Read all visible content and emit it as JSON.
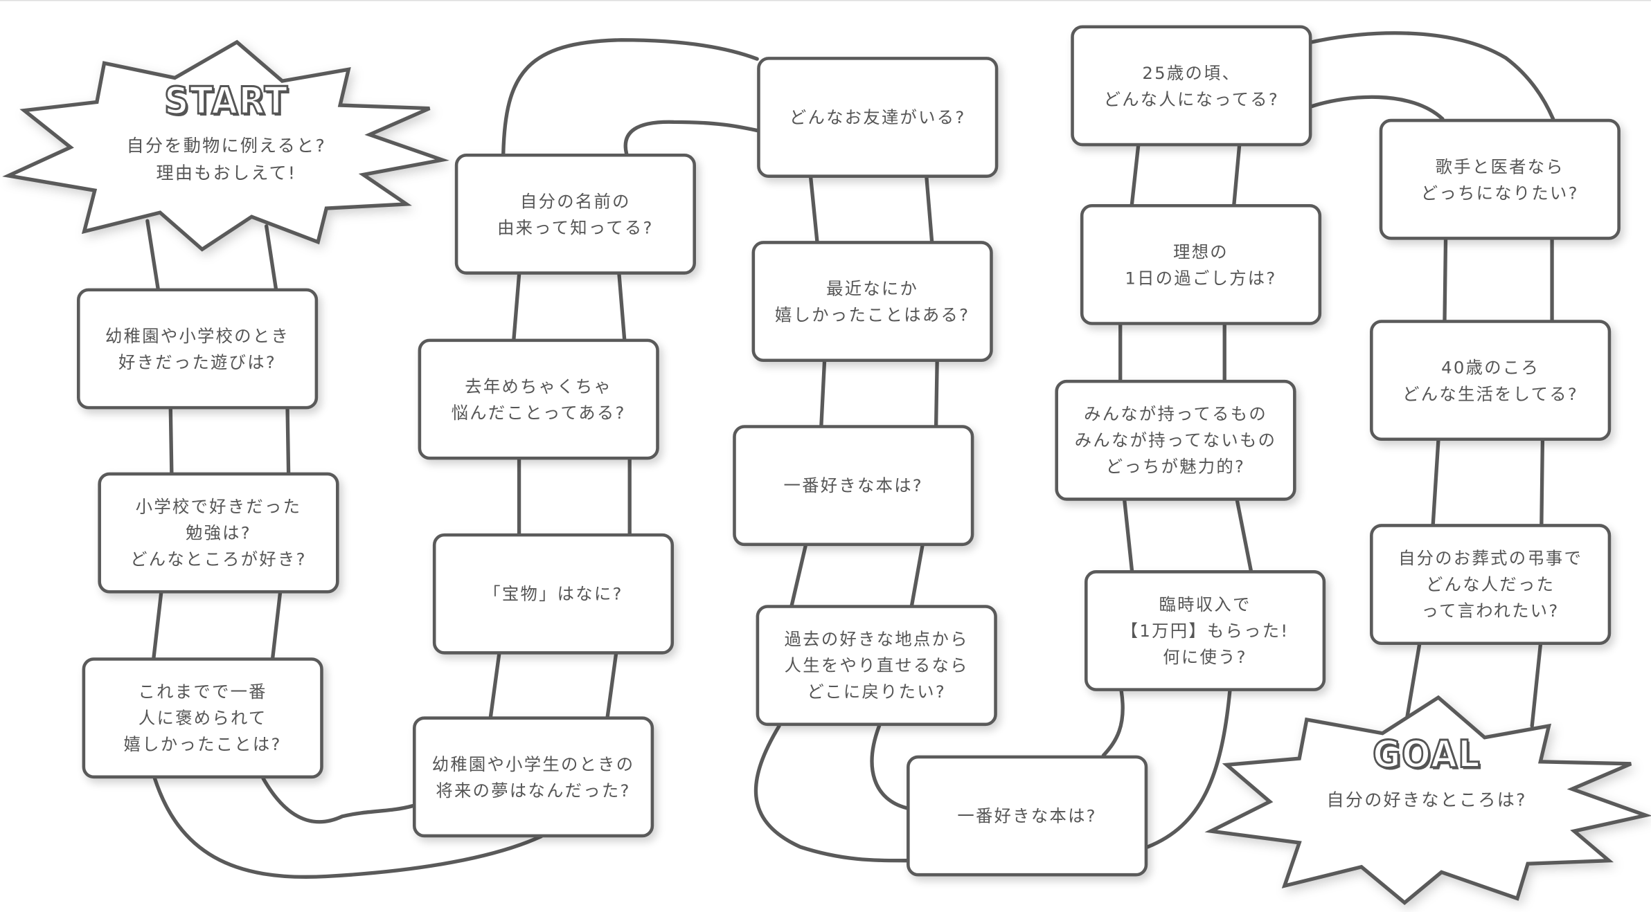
{
  "start": {
    "title": "START",
    "question": "自分を動物に例えると?\n理由もおしえて!"
  },
  "goal": {
    "title": "GOAL",
    "question": "自分の好きなところは?"
  },
  "squares": [
    "幼稚園や小学校のとき\n好きだった遊びは?",
    "小学校で好きだった\n勉強は?\nどんなところが好き?",
    "これまでで一番\n人に褒められて\n嬉しかったことは?",
    "幼稚園や小学生のときの\n将来の夢はなんだった?",
    "「宝物」はなに?",
    "去年めちゃくちゃ\n悩んだことってある?",
    "自分の名前の\n由来って知ってる?",
    "どんなお友達がいる?",
    "最近なにか\n嬉しかったことはある?",
    "一番好きな本は?",
    "過去の好きな地点から\n人生をやり直せるなら\nどこに戻りたい?",
    "一番好きな本は?",
    "臨時収入で\n【1万円】もらった!\n何に使う?",
    "みんなが持ってるもの\nみんなが持ってないもの\nどっちが魅力的?",
    "理想の\n1日の過ごし方は?",
    "25歳の頃、\nどんな人になってる?",
    "歌手と医者なら\nどっちになりたい?",
    "40歳のころ\nどんな生活をしてる?",
    "自分のお葬式の弔事で\nどんな人だった\nって言われたい?"
  ],
  "colors": {
    "stroke": "#5a5a5a",
    "text": "#555555",
    "background": "#ffffff"
  }
}
